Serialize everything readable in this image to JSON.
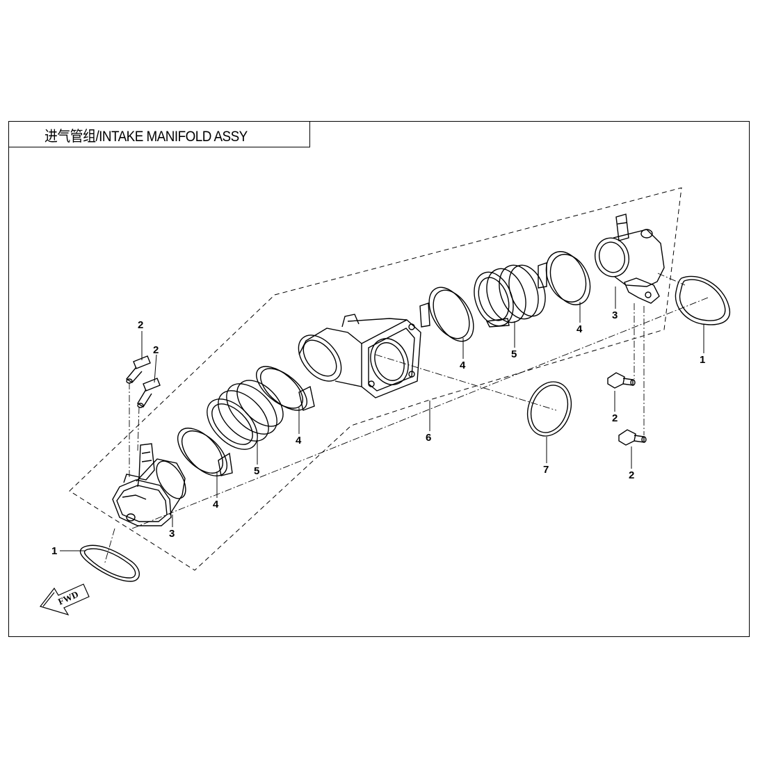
{
  "title": "进气管组/INTAKE MANIFOLD ASSY",
  "fwd_label": "FWD",
  "callouts": {
    "c1_right": "1",
    "c1_left": "1",
    "c2_a": "2",
    "c2_b": "2",
    "c2_c": "2",
    "c2_d": "2",
    "c3_left": "3",
    "c3_right": "3",
    "c4_a": "4",
    "c4_b": "4",
    "c4_c": "4",
    "c4_d": "4",
    "c5_left": "5",
    "c5_right": "5",
    "c6": "6",
    "c7": "7"
  }
}
